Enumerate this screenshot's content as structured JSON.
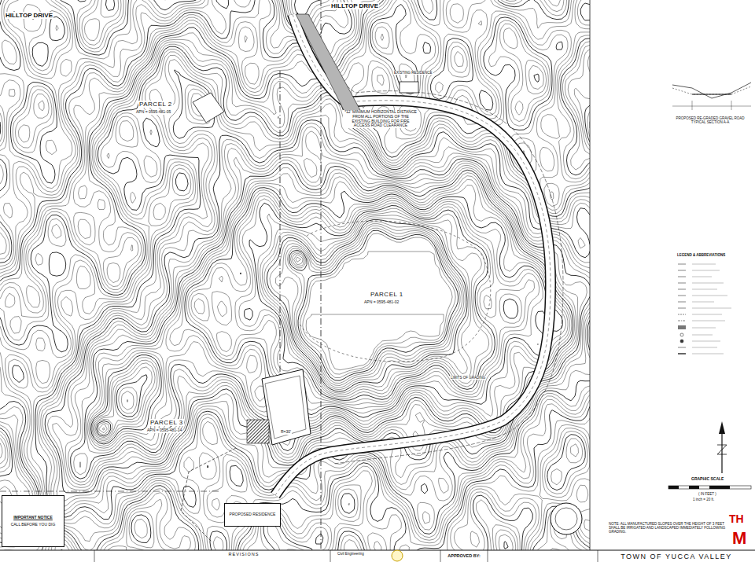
{
  "diagram": {
    "nodes": [
      {
        "text": [
          "IMPORTANT NOTICE",
          "CALL BEFORE YOU DIG"
        ]
      },
      {
        "text": [
          "REVISIONS"
        ]
      },
      {
        "text": [
          "APPROVED BY:"
        ]
      },
      {
        "text": [
          "TOWN OF YUCCA VALLEY"
        ]
      },
      {
        "text": [
          "PROPOSED RESIDENCE"
        ]
      }
    ],
    "labels": [
      "HILLTOP DRIVE",
      "HILLTOP DRIVE",
      "PARCEL 2",
      "APN = 0595-481-05",
      "PARCEL 1",
      "APN = 0595-481-02",
      "PARCEL 3",
      "APN = 0595-481-14",
      "*12' MINIMUM HORIZONTAL DISTANCE FROM ALL PORTIONS OF THE EXISTING BUILDING FOR FIRE ACCESS ROAD CLEARANCE",
      "PROPOSED RE-GRADED GRAVEL ROAD TYPICAL SECTION A-A",
      "GRAPHIC SCALE",
      "( IN FEET )",
      "1 inch = 20 ft.",
      "NOTE: ALL MANUFACTURED SLOPES OVER THE HEIGHT OF 3 FEET SHALL BE IRRIGATED AND LANDSCAPED IMMEDIATELY FOLLOWING GRADING.",
      "LEGEND & ABBREVIATIONS",
      "TH",
      "M",
      "R=30'",
      "EXISTING RESIDENCE",
      "LIMITS OF GRADING",
      "Civil Engineering"
    ]
  }
}
